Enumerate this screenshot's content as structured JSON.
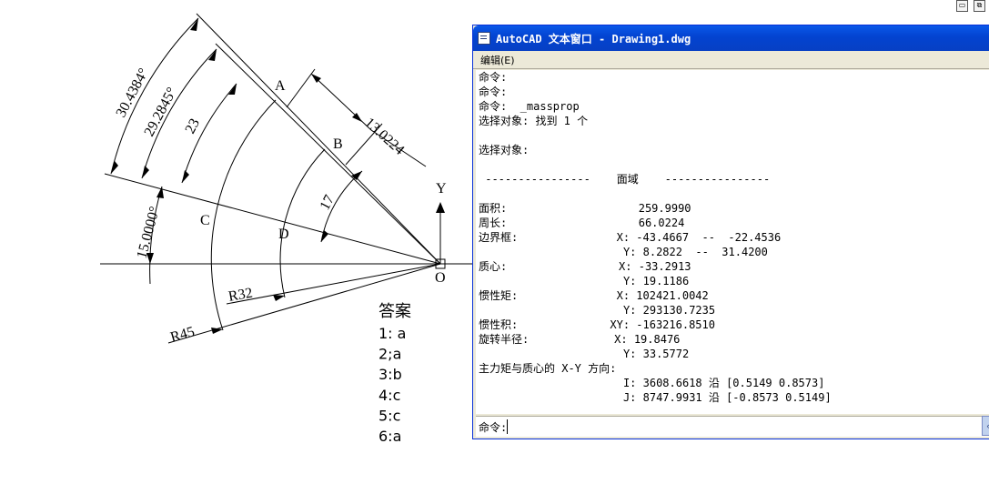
{
  "drawing": {
    "dimensions": {
      "angle_outer": "30.4384°",
      "angle_mid": "29.2845°",
      "angle_23": "23",
      "angle_17": "17",
      "angle_bottom": "15.0000°",
      "length": "13.0224",
      "radius_inner": "R32",
      "radius_outer": "R45"
    },
    "points": {
      "a": "A",
      "b": "B",
      "c": "C",
      "d": "D",
      "o": "O",
      "y": "Y"
    },
    "answers": {
      "title": "答案",
      "items": [
        "1: a",
        "2;a",
        "3:b",
        "4:c",
        "5:c",
        "6:a"
      ]
    }
  },
  "corner_buttons": [
    "▭",
    "⧉"
  ],
  "window": {
    "title": "AutoCAD 文本窗口 - Drawing1.dwg",
    "menu": [
      "编辑(E)"
    ],
    "lines": [
      "命令:",
      "命令:",
      "命令:  _massprop",
      "选择对象: 找到 1 个",
      "",
      "选择对象:",
      "",
      " ----------------    面域    ----------------",
      "",
      "面积:                    259.9990",
      "周长:                    66.0224",
      "边界框:               X: -43.4667  --  -22.4536",
      "                      Y: 8.2822  --  31.4200",
      "质心:                 X: -33.2913",
      "                      Y: 19.1186",
      "惯性矩:               X: 102421.0042",
      "                      Y: 293130.7235",
      "惯性积:              XY: -163216.8510",
      "旋转半径:             X: 19.8476",
      "                      Y: 33.5772",
      "主力矩与质心的 X-Y 方向:",
      "                      I: 3608.6618 沿 [0.5149 0.8573]",
      "                      J: 8747.9931 沿 [-0.8573 0.5149]"
    ],
    "command_prompt": "命令:",
    "scroll_icon": "‹"
  }
}
